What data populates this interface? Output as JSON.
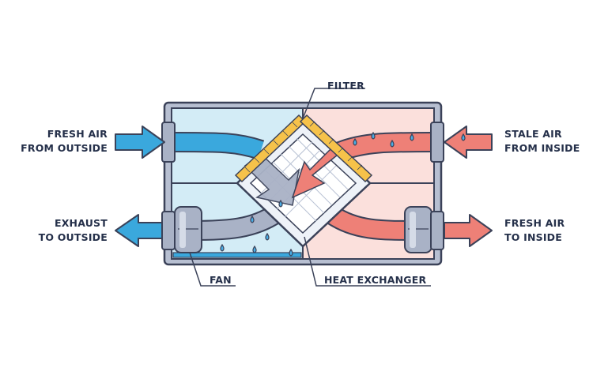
{
  "labels": {
    "filter": "FILTER",
    "heat_exchanger": "HEAT EXCHANGER",
    "fan": "FAN",
    "fresh_air_from_outside": [
      "FRESH AIR",
      "FROM OUTSIDE"
    ],
    "exhaust_to_outside": [
      "EXHAUST",
      "TO OUTSIDE"
    ],
    "stale_air_from_inside": [
      "STALE AIR",
      "FROM INSIDE"
    ],
    "fresh_air_to_inside": [
      "FRESH AIR",
      "TO INSIDE"
    ]
  },
  "colors": {
    "outline": "#3b4259",
    "cold_side_fill": "#d3ecf6",
    "warm_side_fill": "#fbe0dc",
    "cold_air": "#3aa8dd",
    "cold_air_dark": "#2b7fb5",
    "warm_air": "#ee8077",
    "warm_air_dark": "#c9615a",
    "filter": "#f6c24a",
    "exchanger": "#eef2f8",
    "duct_gray": "#a9b2c6",
    "water_drop": "#4aaee6"
  }
}
